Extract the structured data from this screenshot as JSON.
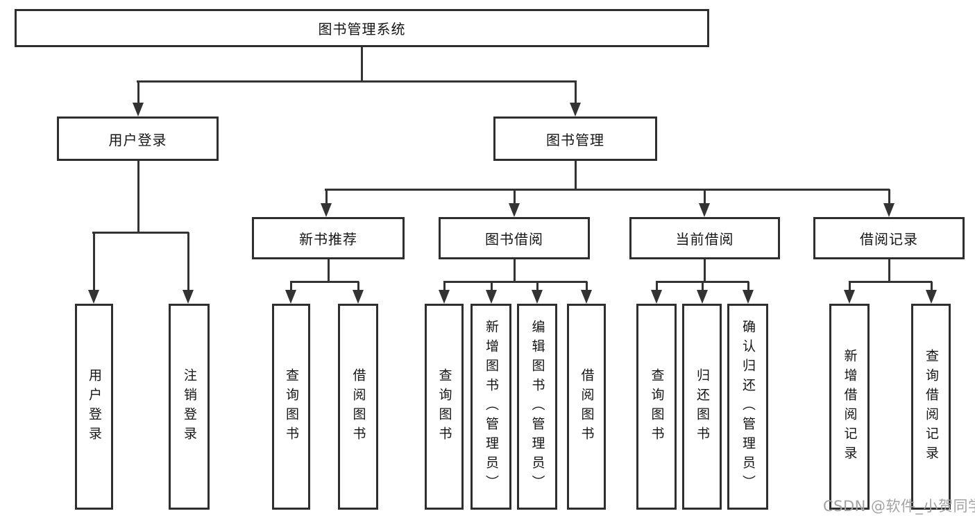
{
  "tree": {
    "root": "图书管理系统",
    "children": [
      {
        "label": "用户登录",
        "children": [
          "用户登录",
          "注销登录"
        ]
      },
      {
        "label": "图书管理",
        "children": [
          {
            "label": "新书推荐",
            "children": [
              "查询图书",
              "借阅图书"
            ]
          },
          {
            "label": "图书借阅",
            "children": [
              "查询图书",
              "新增图书（管理员）",
              "编辑图书（管理员）",
              "借阅图书"
            ]
          },
          {
            "label": "当前借阅",
            "children": [
              "查询图书",
              "归还图书",
              "确认归还（管理员）"
            ]
          },
          {
            "label": "借阅记录",
            "children": [
              "新增借阅记录",
              "查询借阅记录"
            ]
          }
        ]
      }
    ]
  },
  "watermark": "CSDN @软件_小贺同学",
  "colors": {
    "line": "#333333",
    "box_border": "#2e2e2e",
    "watermark": "#a3a3a3",
    "background": "#ffffff"
  }
}
